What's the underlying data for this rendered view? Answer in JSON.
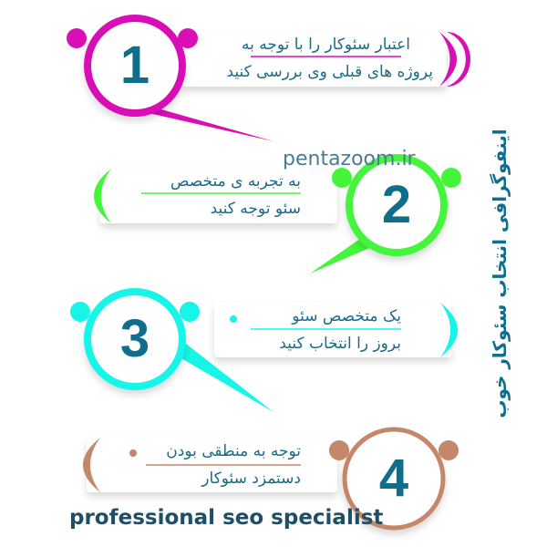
{
  "title": "اینفوگرافی انتخاب سئوکار خوب",
  "watermark": "pentazoom.ir",
  "footer": "professional seo specialist",
  "colors": {
    "step1": "#d90fb5",
    "step2": "#44f53a",
    "step3": "#16f5e8",
    "step4": "#c4876a",
    "number": "#0f6e8c",
    "text": "#1a6a8a"
  },
  "steps": [
    {
      "number": "1",
      "line1": "اعتبار سئوکار را با توجه به",
      "line2": "پروژه های قبلی وی بررسی کنید"
    },
    {
      "number": "2",
      "line1": "به تجربه ی متخصص",
      "line2": "سئو توجه کنید"
    },
    {
      "number": "3",
      "line1": "یک متخصص سئو",
      "line2": "بروز را انتخاب کنید"
    },
    {
      "number": "4",
      "line1": "توجه به منطقی بودن",
      "line2": "دستمزد سئوکار"
    }
  ]
}
